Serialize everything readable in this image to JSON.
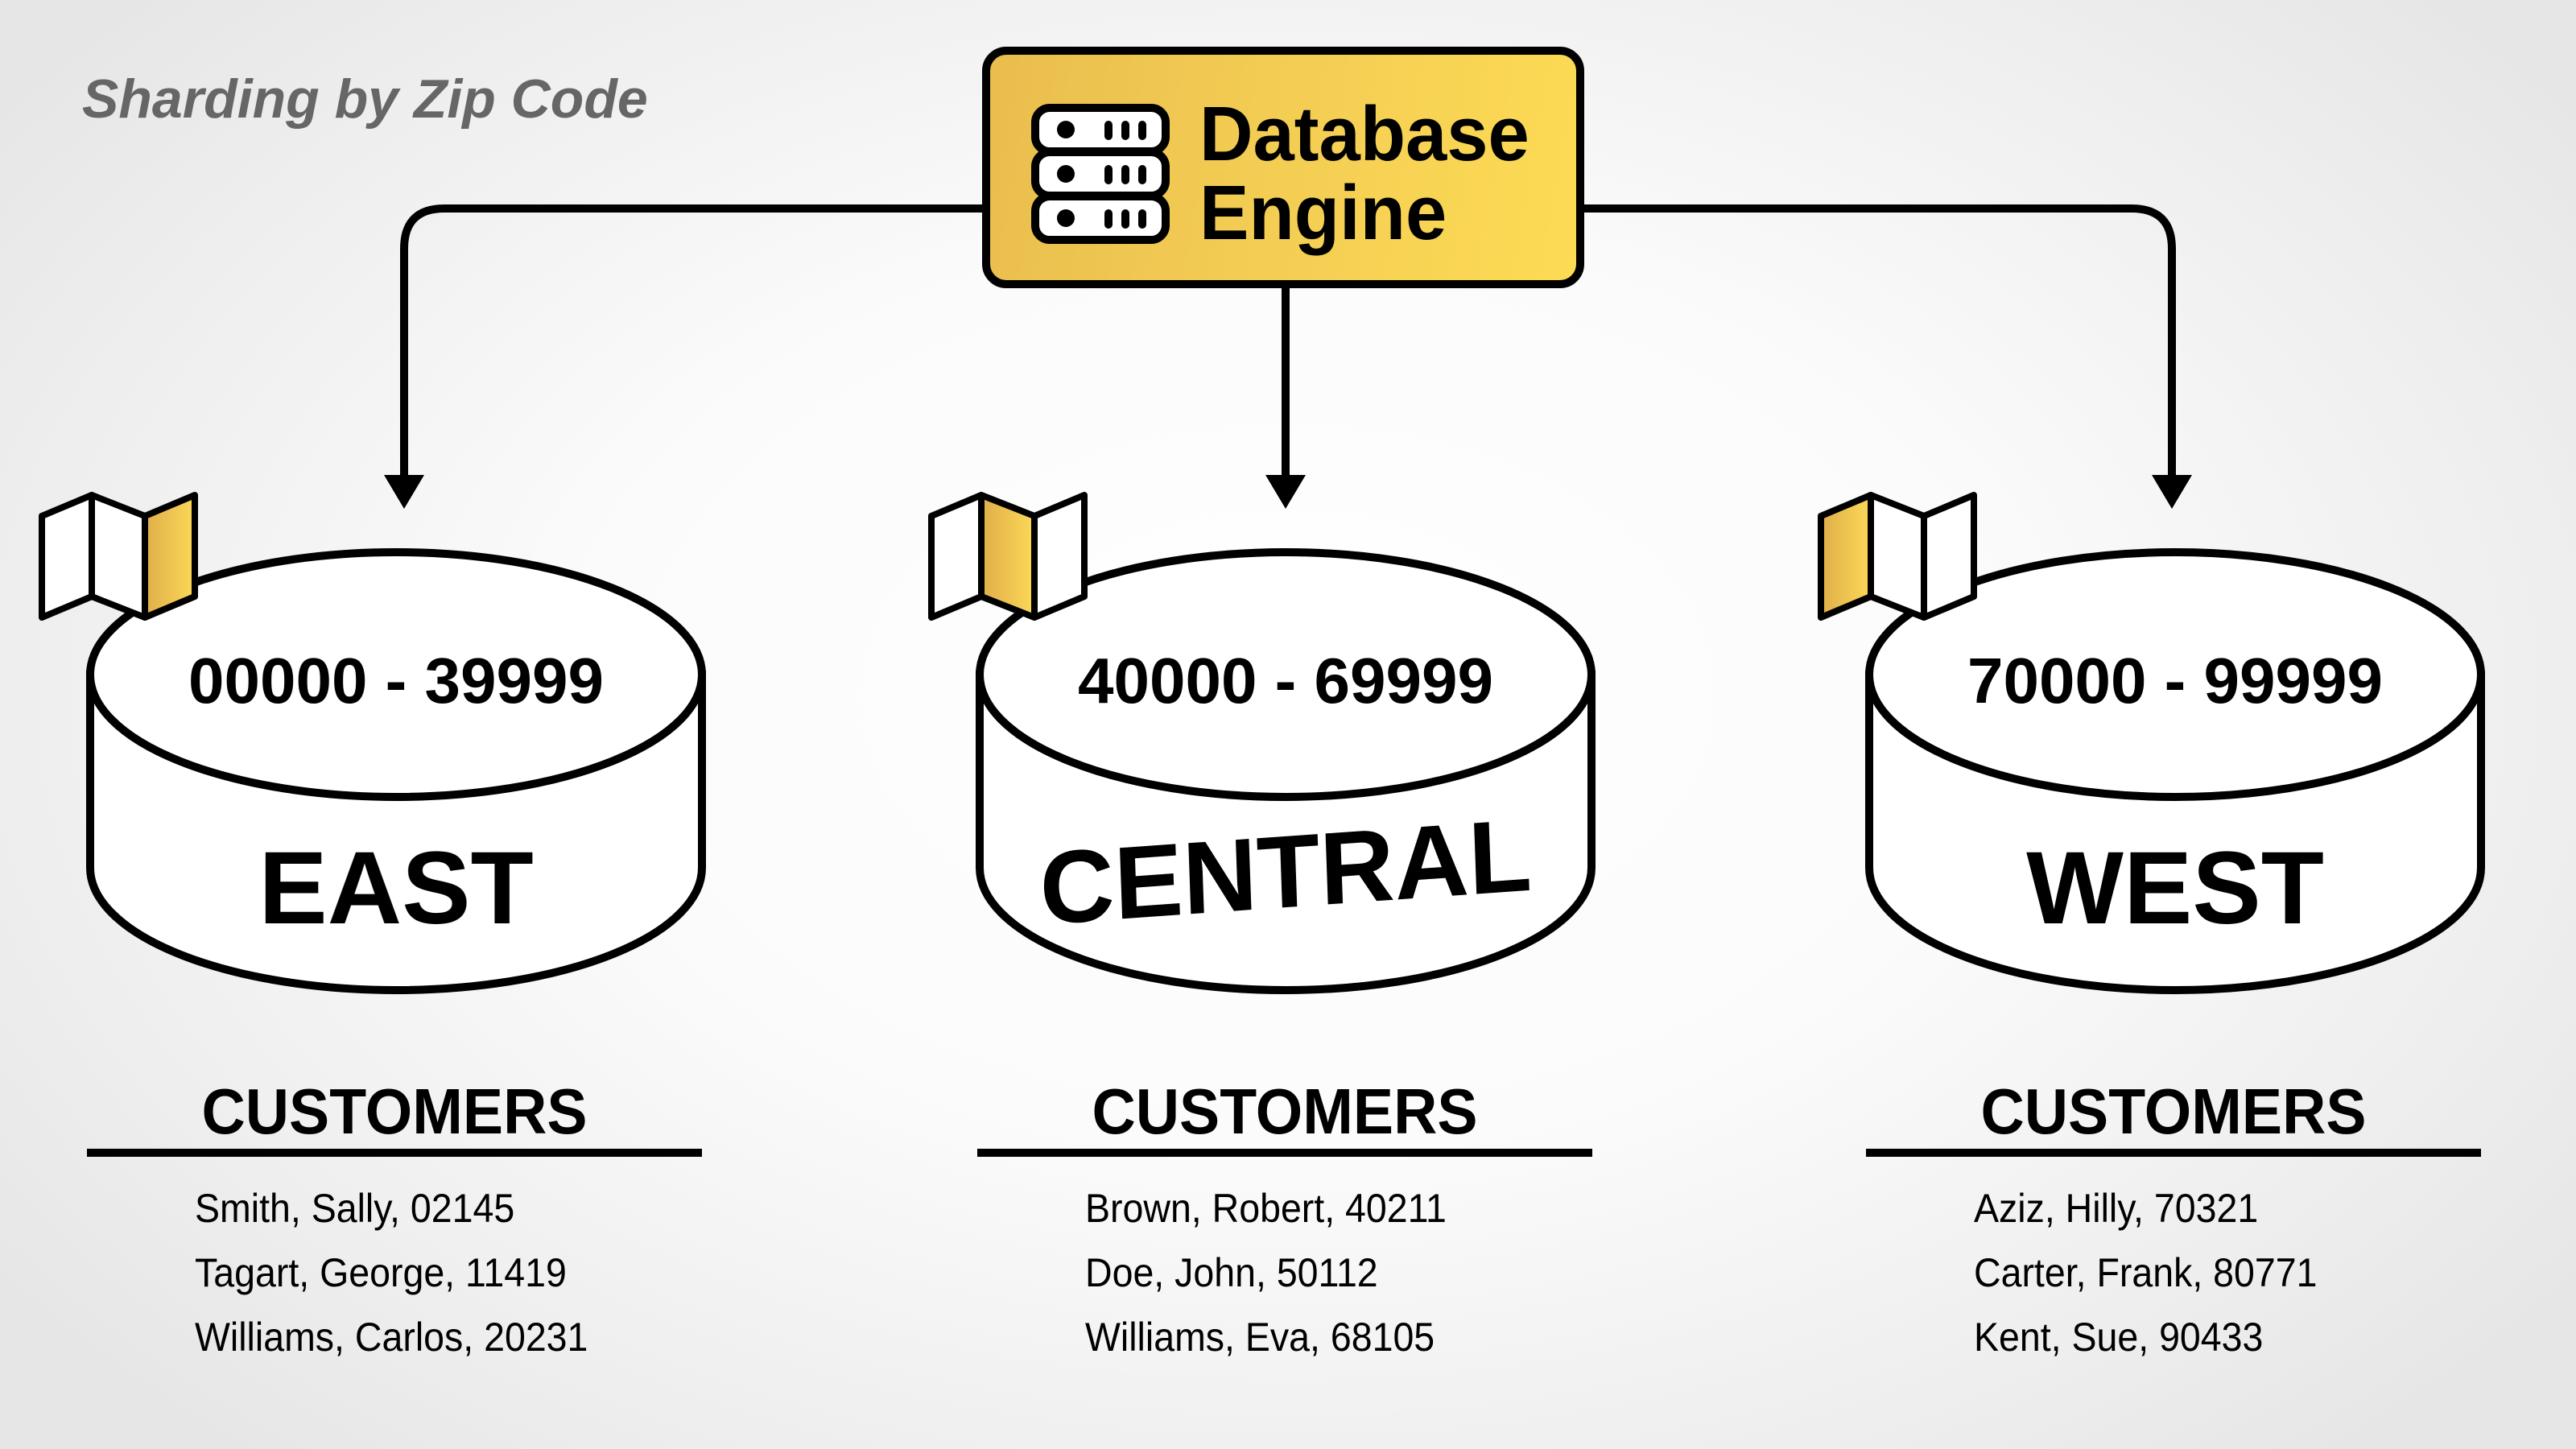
{
  "title": "Sharding by Zip Code",
  "engine": {
    "icon": "server-rack-icon",
    "label_line1": "Database",
    "label_line2": "Engine",
    "fill_colors": [
      "#e9bd4e",
      "#fddb55"
    ]
  },
  "shards": [
    {
      "id": "east",
      "name": "EAST",
      "range": "00000 - 39999",
      "map_icon": "folded-map-icon",
      "highlighted_panel": "right",
      "customers_heading": "CUSTOMERS",
      "customers": [
        "Smith, Sally, 02145",
        "Tagart, George, 11419",
        "Williams, Carlos, 20231"
      ]
    },
    {
      "id": "central",
      "name": "CENTRAL",
      "range": "40000 - 69999",
      "map_icon": "folded-map-icon",
      "highlighted_panel": "middle",
      "customers_heading": "CUSTOMERS",
      "customers": [
        "Brown, Robert, 40211",
        "Doe, John, 50112",
        "Williams, Eva, 68105"
      ]
    },
    {
      "id": "west",
      "name": "WEST",
      "range": "70000 - 99999",
      "map_icon": "folded-map-icon",
      "highlighted_panel": "left",
      "customers_heading": "CUSTOMERS",
      "customers": [
        "Aziz, Hilly, 70321",
        "Carter, Frank, 80771",
        "Kent, Sue, 90433"
      ]
    }
  ],
  "accent_color": "#f7cf52"
}
